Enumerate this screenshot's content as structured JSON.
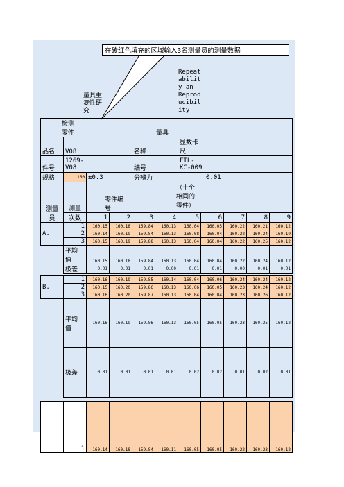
{
  "callout": "在砖红色填充的区域输入3名测量员的测量数据",
  "title_cn": [
    "量具重",
    "复性研",
    "究"
  ],
  "title_en": [
    "Repeat",
    "abilit",
    "y an",
    "Reprod",
    "ucibil",
    "ity"
  ],
  "header": {
    "inspect": [
      "检测",
      "零件"
    ],
    "gauge": "量具",
    "part_name_label": "品名",
    "part_name": "V08",
    "gauge_name_label": "名称",
    "gauge_name": [
      "显数卡",
      "尺"
    ],
    "part_no_label": "件号",
    "part_no": [
      "1269-",
      "V08"
    ],
    "gauge_no_label": "编号",
    "gauge_no": [
      "FTL-",
      "KC-009"
    ],
    "spec_label": "规格",
    "spec_nominal": "160",
    "spec_tol": "±0.3",
    "resolution_label": "分辨力",
    "resolution": "0.01"
  },
  "columns": {
    "operator": [
      "测量",
      "员"
    ],
    "trial": [
      "测量",
      "次数"
    ],
    "part_no": [
      "零件编",
      "号"
    ],
    "note": [
      "（十个",
      "相同的",
      "零件）"
    ],
    "parts": [
      "1",
      "2",
      "3",
      "4",
      "5",
      "6",
      "7",
      "8",
      "9"
    ]
  },
  "operators": [
    {
      "name": "A.",
      "trials": [
        {
          "n": "1",
          "values": [
            "160.15",
            "160.18",
            "159.84",
            "160.13",
            "160.04",
            "160.05",
            "160.22",
            "160.21",
            "160.12"
          ]
        },
        {
          "n": "2",
          "values": [
            "160.14",
            "160.19",
            "159.84",
            "160.13",
            "160.08",
            "160.04",
            "160.22",
            "160.24",
            "160.19"
          ]
        },
        {
          "n": "3",
          "values": [
            "160.15",
            "160.19",
            "159.88",
            "160.13",
            "160.04",
            "160.04",
            "160.22",
            "160.25",
            "160.12"
          ]
        }
      ],
      "avg_label": [
        "平均",
        "值"
      ],
      "avg": [
        "160.15",
        "160.18",
        "159.84",
        "160.13",
        "160.04",
        "160.04",
        "160.22",
        "160.24",
        "160.12"
      ],
      "range_label": "极差",
      "range": [
        "0.01",
        "0.01",
        "0.01",
        "0.00",
        "0.01",
        "0.01",
        "0.00",
        "0.01",
        "0.01"
      ]
    },
    {
      "name": "B.",
      "trials": [
        {
          "n": "1",
          "values": [
            "160.16",
            "160.19",
            "159.85",
            "160.14",
            "160.04",
            "160.06",
            "160.24",
            "160.24",
            "160.12"
          ]
        },
        {
          "n": "2",
          "values": [
            "160.15",
            "160.20",
            "159.86",
            "160.13",
            "160.06",
            "160.05",
            "160.23",
            "160.24",
            "160.12"
          ]
        },
        {
          "n": "3",
          "values": [
            "160.16",
            "160.20",
            "159.87",
            "160.13",
            "160.04",
            "160.04",
            "160.23",
            "160.26",
            "160.12"
          ]
        }
      ],
      "avg_label": [
        "平均",
        "值"
      ],
      "avg": [
        "160.16",
        "160.19",
        "159.86",
        "160.13",
        "160.05",
        "160.05",
        "160.23",
        "160.25",
        "160.12"
      ],
      "range_label": "极差",
      "range": [
        "0.01",
        "0.01",
        "0.01",
        "0.01",
        "0.02",
        "0.02",
        "0.01",
        "0.02",
        "0.01"
      ]
    }
  ],
  "operator_c_first": {
    "n": "1",
    "values": [
      "160.14",
      "160.18",
      "159.84",
      "160.11",
      "160.05",
      "160.05",
      "160.22",
      "160.23",
      "160.12"
    ]
  }
}
